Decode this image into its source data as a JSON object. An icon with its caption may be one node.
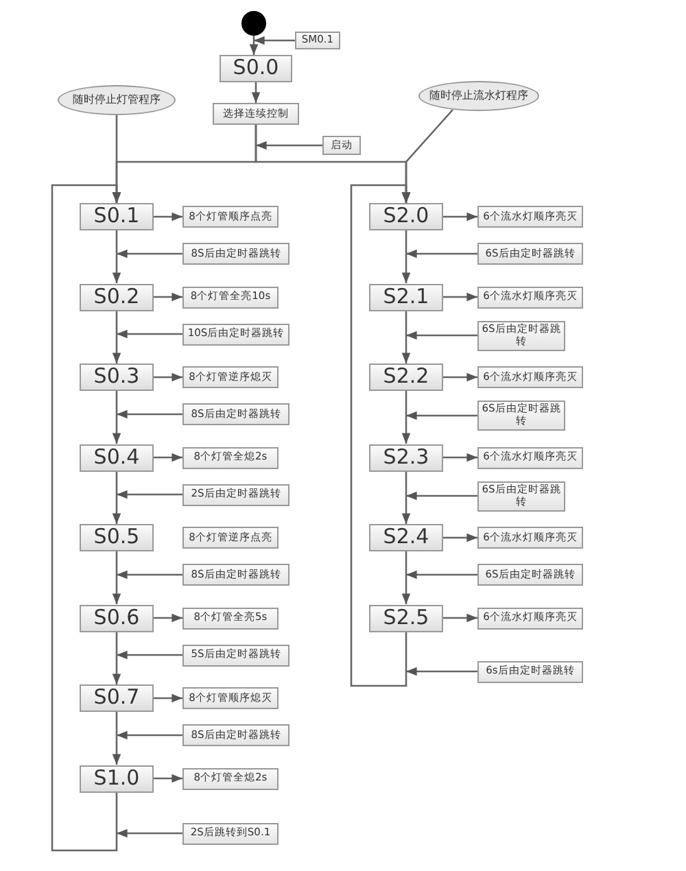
{
  "diagram": {
    "nodes": [
      {
        "text": [],
        "shape": "circle"
      },
      {
        "text": [
          "SM0.1"
        ]
      },
      {
        "text": [
          "S0.0"
        ]
      },
      {
        "text": [
          "随时停止灯管程序"
        ]
      },
      {
        "text": [
          "选择连续控制"
        ]
      },
      {
        "text": [
          "随时停止流水灯程序"
        ]
      },
      {
        "text": [
          "启动"
        ]
      },
      {
        "text": [
          "S0.1"
        ]
      },
      {
        "text": [
          "8个灯管顺序点亮"
        ]
      },
      {
        "text": [
          "8S后由定时器跳转"
        ]
      },
      {
        "text": [
          "S0.2"
        ]
      },
      {
        "text": [
          "8个灯管全亮10s"
        ]
      },
      {
        "text": [
          "10S后由定时器跳转"
        ]
      },
      {
        "text": [
          "S0.3"
        ]
      },
      {
        "text": [
          "8个灯管逆序熄灭"
        ]
      },
      {
        "text": [
          "8S后由定时器跳转"
        ]
      },
      {
        "text": [
          "S0.4"
        ]
      },
      {
        "text": [
          "8个灯管全熄2s"
        ]
      },
      {
        "text": [
          "2S后由定时器跳转"
        ]
      },
      {
        "text": [
          "S0.5"
        ]
      },
      {
        "text": [
          "8个灯管逆序点亮"
        ]
      },
      {
        "text": [
          "8S后由定时器跳转"
        ]
      },
      {
        "text": [
          "S0.6"
        ]
      },
      {
        "text": [
          "8个灯管全亮5s"
        ]
      },
      {
        "text": [
          "5S后由定时器跳转"
        ]
      },
      {
        "text": [
          "S0.7"
        ]
      },
      {
        "text": [
          "8个灯管顺序熄灭"
        ]
      },
      {
        "text": [
          "8S后由定时器跳转"
        ]
      },
      {
        "text": [
          "S1.0"
        ]
      },
      {
        "text": [
          "8个灯管全熄2s"
        ]
      },
      {
        "text": [
          "2S后跳转到S0.1"
        ]
      },
      {
        "text": [
          "S2.0"
        ]
      },
      {
        "text": [
          "6个流水灯顺序亮灭"
        ]
      },
      {
        "text": [
          "6S后由定时器跳转"
        ]
      },
      {
        "text": [
          "S2.1"
        ]
      },
      {
        "text": [
          "6个流水灯顺序亮灭"
        ]
      },
      {
        "text": [
          "6S后由定时器跳转"
        ]
      },
      {
        "text": [
          "S2.2"
        ]
      },
      {
        "text": [
          "6个流水灯顺序亮灭"
        ]
      },
      {
        "text": [
          "6S后由定时器跳转"
        ]
      },
      {
        "text": [
          "S2.3"
        ]
      },
      {
        "text": [
          "6个流水灯顺序亮灭"
        ]
      },
      {
        "text": [
          "6S后由定时器跳转"
        ]
      },
      {
        "text": [
          "S2.4"
        ]
      },
      {
        "text": [
          "6个流水灯顺序亮灭"
        ]
      },
      {
        "text": [
          "6S后由定时器跳转"
        ]
      },
      {
        "text": [
          "S2.5"
        ]
      },
      {
        "text": [
          "6个流水灯顺序亮灭"
        ]
      },
      {
        "text": [
          "6s后由定时器跳转"
        ]
      }
    ],
    "edges": [
      {
        "from": 0,
        "to": 2,
        "arrow": "to"
      },
      {
        "from": 1,
        "to": 0,
        "arrow": "to"
      },
      {
        "from": 2,
        "to": 4,
        "arrow": "to"
      },
      {
        "from": 6,
        "to": 4,
        "arrow": "to"
      },
      {
        "from": 4,
        "to": 7,
        "arrow": "to"
      },
      {
        "from": 4,
        "to": 31,
        "arrow": "to"
      },
      {
        "from": 3,
        "to": 7,
        "arrow": "to"
      },
      {
        "from": 5,
        "to": 31,
        "arrow": "to"
      },
      {
        "from": 7,
        "to": 8,
        "arrow": "to"
      },
      {
        "from": 9,
        "to": 7,
        "arrow": "to"
      },
      {
        "from": 7,
        "to": 10,
        "arrow": "to"
      },
      {
        "from": 10,
        "to": 11,
        "arrow": "to"
      },
      {
        "from": 12,
        "to": 10,
        "arrow": "to"
      },
      {
        "from": 10,
        "to": 13,
        "arrow": "to"
      },
      {
        "from": 13,
        "to": 14,
        "arrow": "to"
      },
      {
        "from": 15,
        "to": 13,
        "arrow": "to"
      },
      {
        "from": 13,
        "to": 16,
        "arrow": "to"
      },
      {
        "from": 16,
        "to": 17,
        "arrow": "to"
      },
      {
        "from": 18,
        "to": 16,
        "arrow": "to"
      },
      {
        "from": 16,
        "to": 19,
        "arrow": "to"
      },
      {
        "from": 21,
        "to": 19,
        "arrow": "to"
      },
      {
        "from": 19,
        "to": 22,
        "arrow": "to"
      },
      {
        "from": 22,
        "to": 23,
        "arrow": "to"
      },
      {
        "from": 24,
        "to": 22,
        "arrow": "to"
      },
      {
        "from": 22,
        "to": 25,
        "arrow": "to"
      },
      {
        "from": 25,
        "to": 26,
        "arrow": "to"
      },
      {
        "from": 27,
        "to": 25,
        "arrow": "to"
      },
      {
        "from": 25,
        "to": 28,
        "arrow": "to"
      },
      {
        "from": 28,
        "to": 29,
        "arrow": "to"
      },
      {
        "from": 30,
        "to": 28,
        "arrow": "to"
      },
      {
        "from": 28,
        "to": 7,
        "arrow": "to"
      },
      {
        "from": 31,
        "to": 32,
        "arrow": "to"
      },
      {
        "from": 33,
        "to": 31,
        "arrow": "to"
      },
      {
        "from": 31,
        "to": 34,
        "arrow": "to"
      },
      {
        "from": 34,
        "to": 35,
        "arrow": "to"
      },
      {
        "from": 36,
        "to": 34,
        "arrow": "to"
      },
      {
        "from": 34,
        "to": 37,
        "arrow": "to"
      },
      {
        "from": 37,
        "to": 38,
        "arrow": "to"
      },
      {
        "from": 39,
        "to": 37,
        "arrow": "to"
      },
      {
        "from": 37,
        "to": 40,
        "arrow": "to"
      },
      {
        "from": 40,
        "to": 41,
        "arrow": "to"
      },
      {
        "from": 42,
        "to": 40,
        "arrow": "to"
      },
      {
        "from": 40,
        "to": 43,
        "arrow": "to"
      },
      {
        "from": 43,
        "to": 44,
        "arrow": "to"
      },
      {
        "from": 45,
        "to": 43,
        "arrow": "to"
      },
      {
        "from": 43,
        "to": 46,
        "arrow": "to"
      },
      {
        "from": 46,
        "to": 47,
        "arrow": "to"
      },
      {
        "from": 48,
        "to": 46,
        "arrow": "to"
      },
      {
        "from": 46,
        "to": 31,
        "arrow": "to"
      }
    ]
  }
}
